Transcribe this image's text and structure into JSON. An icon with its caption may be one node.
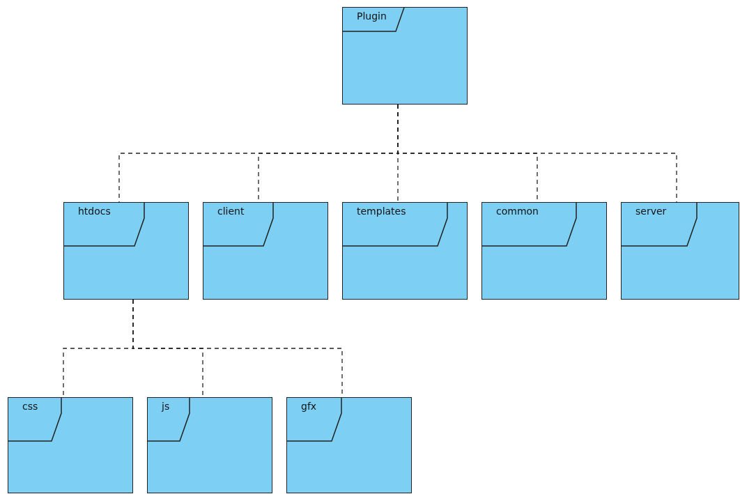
{
  "diagram": {
    "nodes": [
      {
        "text": [
          "Plugin"
        ]
      },
      {
        "text": [
          "htdocs"
        ]
      },
      {
        "text": [
          "client"
        ]
      },
      {
        "text": [
          "templates"
        ]
      },
      {
        "text": [
          "common"
        ]
      },
      {
        "text": [
          "server"
        ]
      },
      {
        "text": [
          "css"
        ]
      },
      {
        "text": [
          "js"
        ]
      },
      {
        "text": [
          "gfx"
        ]
      }
    ],
    "edges": [
      {
        "from": 0,
        "to": 1,
        "arrow": "none",
        "style": "dashed"
      },
      {
        "from": 0,
        "to": 2,
        "arrow": "none",
        "style": "dashed"
      },
      {
        "from": 0,
        "to": 3,
        "arrow": "none",
        "style": "dashed"
      },
      {
        "from": 0,
        "to": 4,
        "arrow": "none",
        "style": "dashed"
      },
      {
        "from": 0,
        "to": 5,
        "arrow": "none",
        "style": "dashed"
      },
      {
        "from": 1,
        "to": 6,
        "arrow": "none",
        "style": "dashed"
      },
      {
        "from": 1,
        "to": 7,
        "arrow": "none",
        "style": "dashed"
      },
      {
        "from": 1,
        "to": 8,
        "arrow": "none",
        "style": "dashed"
      }
    ]
  }
}
